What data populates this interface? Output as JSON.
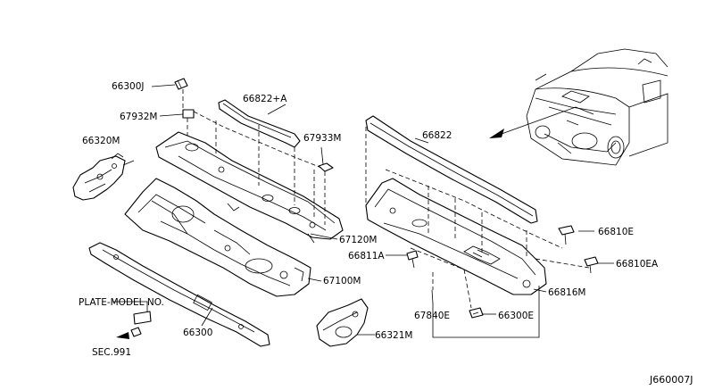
{
  "diagram_ref": "J660007J",
  "labels": {
    "p66300J": "66300J",
    "p67932M": "67932M",
    "p66822A": "66822+A",
    "p67933M": "67933M",
    "p66320M": "66320M",
    "p66822": "66822",
    "p67120M": "67120M",
    "p66810E": "66810E",
    "p66811A": "66811A",
    "p66810EA": "66810EA",
    "p67100M": "67100M",
    "p66816M": "66816M",
    "plate_model": "PLATE-MODEL NO.",
    "p66300": "66300",
    "p67840E": "67840E",
    "p66300E": "66300E",
    "p66321M": "66321M",
    "sec991": "SEC.991"
  }
}
